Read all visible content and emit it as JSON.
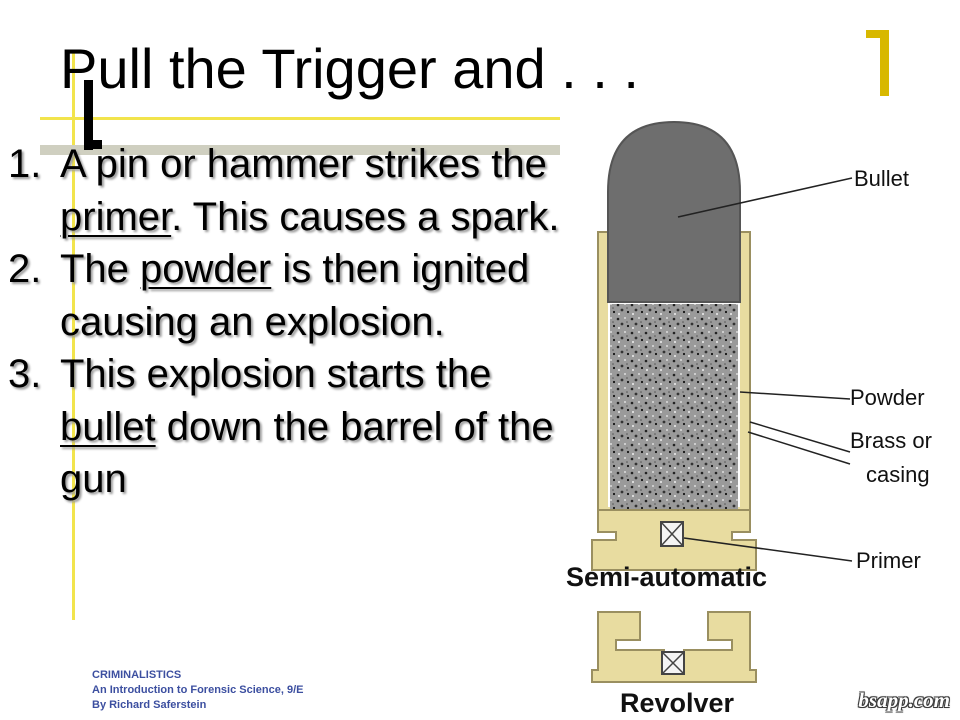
{
  "slide": {
    "title": "Pull the Trigger and . . .",
    "steps": [
      {
        "num": "1.",
        "before": "A pin or hammer strikes the ",
        "term": "primer",
        "after": ". This causes a spark."
      },
      {
        "num": "2.",
        "before": "The ",
        "term": "powder",
        "after": " is then ignited causing an explosion."
      },
      {
        "num": "3.",
        "before": "This explosion starts the ",
        "term": "bullet",
        "after": " down the barrel of the gun"
      }
    ],
    "footer": {
      "line1": "CRIMINALISTICS",
      "line2": "An Introduction to Forensic Science, 9/E",
      "line3": "By Richard Saferstein"
    }
  },
  "diagram": {
    "labels": {
      "bullet": "Bullet",
      "powder": "Powder",
      "brass_line1": "Brass or",
      "brass_line2": "casing",
      "primer": "Primer",
      "semi": "Semi-automatic",
      "revolver": "Revolver"
    },
    "watermark": "bsapp.com"
  },
  "colors": {
    "accent_yellow": "#f2e44c",
    "bullet_gray": "#6e6e6e",
    "casing_tan": "#e8dca0",
    "footer_blue": "#3c4fa0"
  }
}
